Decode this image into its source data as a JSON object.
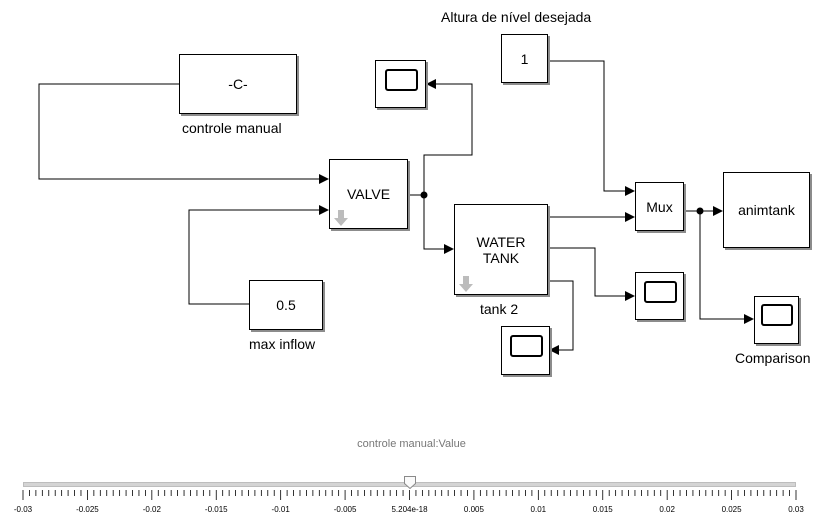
{
  "blocks": {
    "constant_c": "-C-",
    "controle_manual_label": "controle manual",
    "valve": "VALVE",
    "max_inflow_value": "0.5",
    "max_inflow_label": "max inflow",
    "water_tank_line1": "WATER",
    "water_tank_line2": "TANK",
    "tank_label": "tank 2",
    "desired_level_title": "Altura de nível desejada",
    "desired_level_value": "1",
    "mux": "Mux",
    "animtank": "animtank",
    "comparison_label": "Comparison"
  },
  "slider": {
    "title": "controle manual:Value",
    "value": 5.204e-18,
    "min": -0.03,
    "max": 0.03,
    "ticks": [
      "-0.03",
      "-0.025",
      "-0.02",
      "-0.015",
      "-0.01",
      "-0.005",
      "5.204e-18",
      "0.005",
      "0.01",
      "0.015",
      "0.02",
      "0.025",
      "0.03"
    ]
  },
  "icons": [
    "scope-icon",
    "input-port-icon"
  ]
}
